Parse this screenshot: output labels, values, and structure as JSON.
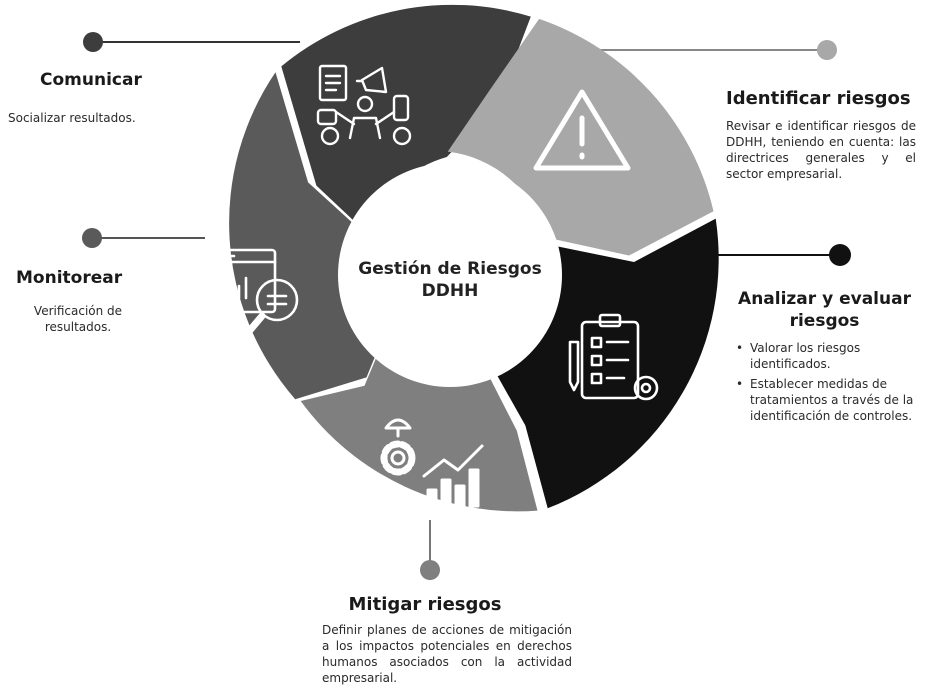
{
  "center": {
    "title_line1": "Gestión de Riesgos",
    "title_line2": "DDHH"
  },
  "stages": {
    "comunicar": {
      "title": "Comunicar",
      "description": "Socializar resultados."
    },
    "identificar": {
      "title": "Identificar riesgos",
      "description": "Revisar e identificar riesgos de DDHH, teniendo en cuenta: las directrices generales y el sector empresarial."
    },
    "analizar": {
      "title_line1": "Analizar y evaluar",
      "title_line2": "riesgos",
      "bullets": [
        "Valorar los riesgos identificados.",
        "Establecer medidas de tratamientos a través de la identificación de controles."
      ]
    },
    "mitigar": {
      "title": "Mitigar riesgos",
      "description": "Definir planes de acciones de mitigación a los impactos potenciales en derechos humanos asociados con la actividad empresarial."
    },
    "monitorear": {
      "title": "Monitorear",
      "description_line1": "Verificación de",
      "description_line2": "resultados."
    }
  },
  "icons": {
    "comunicar": "communication-people-icon",
    "identificar": "warning-triangle-icon",
    "analizar": "checklist-clipboard-gear-icon",
    "mitigar": "gear-umbrella-bar-chart-icon",
    "monitorear": "magnifier-screen-icon"
  },
  "colors": {
    "comunicar": "#3d3d3d",
    "identificar": "#a8a8a8",
    "analizar": "#111111",
    "mitigar": "#7f7f7f",
    "monitorear": "#5a5a5a"
  }
}
